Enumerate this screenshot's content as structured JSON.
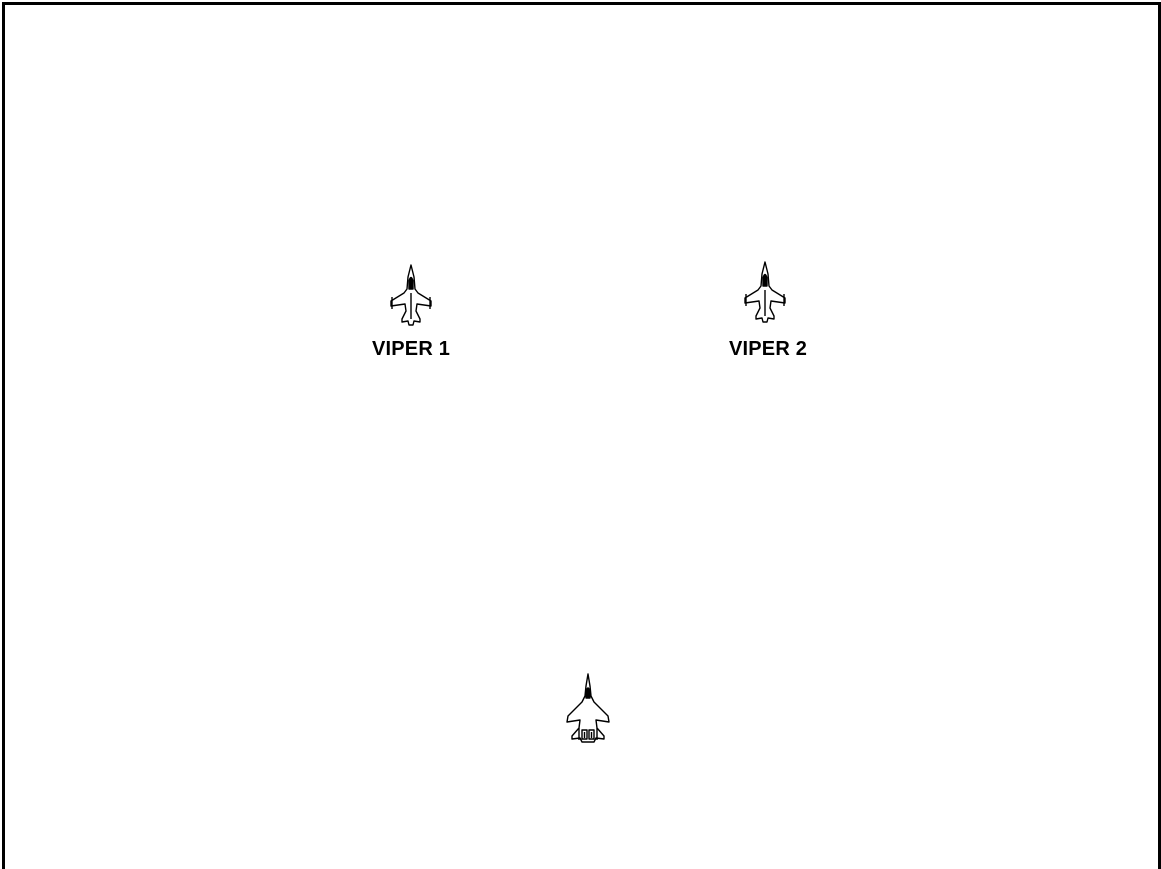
{
  "aircraft": [
    {
      "id": "viper1",
      "label": "VIPER 1",
      "icon": "f16-jet-icon"
    },
    {
      "id": "viper2",
      "label": "VIPER 2",
      "icon": "f16-jet-icon"
    },
    {
      "id": "bandit",
      "label": "",
      "icon": "mig29-jet-icon"
    }
  ],
  "colors": {
    "background": "#ffffff",
    "stroke": "#000000"
  }
}
